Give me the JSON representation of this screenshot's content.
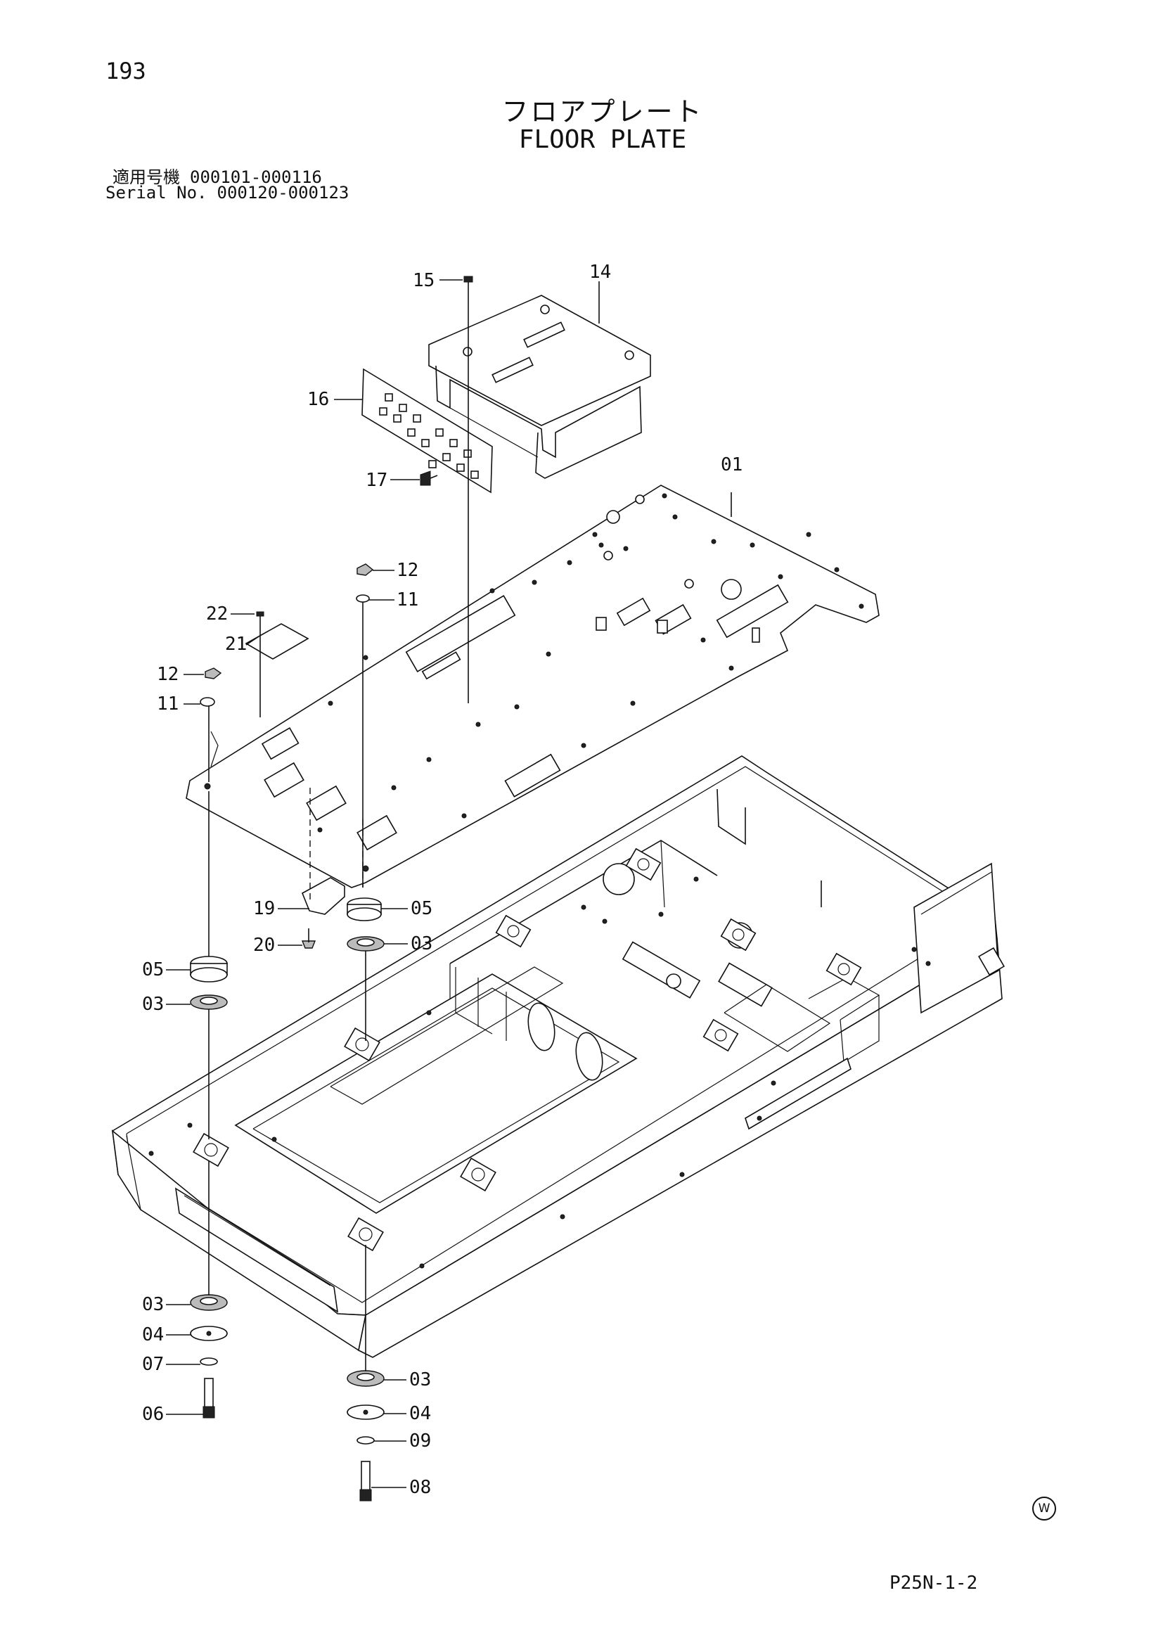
{
  "page_number": "193",
  "title_jp": "フロアプレート",
  "title_en": "FLOOR PLATE",
  "serial": [
    {
      "label": "適用号機",
      "range": "000101-000116"
    },
    {
      "label": "Serial No.",
      "range": "000120-000123"
    }
  ],
  "callouts": {
    "c15": "15",
    "c14": "14",
    "c16": "16",
    "c17": "17",
    "c01": "01",
    "c12a": "12",
    "c11a": "11",
    "c22": "22",
    "c21": "21",
    "c12b": "12",
    "c11b": "11",
    "c19": "19",
    "c05a": "05",
    "c20": "20",
    "c03a": "03",
    "c05b": "05",
    "c03b": "03",
    "c03c": "03",
    "c04a": "04",
    "c07": "07",
    "c06": "06",
    "c03d": "03",
    "c04b": "04",
    "c09": "09",
    "c08": "08"
  },
  "mark": "W",
  "figure_code": "P25N-1-2"
}
